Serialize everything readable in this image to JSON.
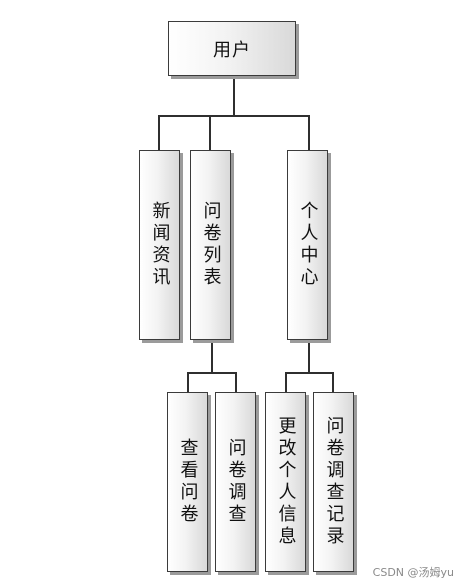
{
  "diagram": {
    "root": {
      "label": "用户"
    },
    "children": [
      {
        "label": "新闻资讯"
      },
      {
        "label": "问卷列表",
        "children": [
          {
            "label": "查看问卷"
          },
          {
            "label": "问卷调查"
          }
        ]
      },
      {
        "label": "个人中心",
        "children": [
          {
            "label": "更改个人信息"
          },
          {
            "label": "问卷调查记录"
          }
        ]
      }
    ]
  },
  "watermark": "CSDN @汤姆yu"
}
